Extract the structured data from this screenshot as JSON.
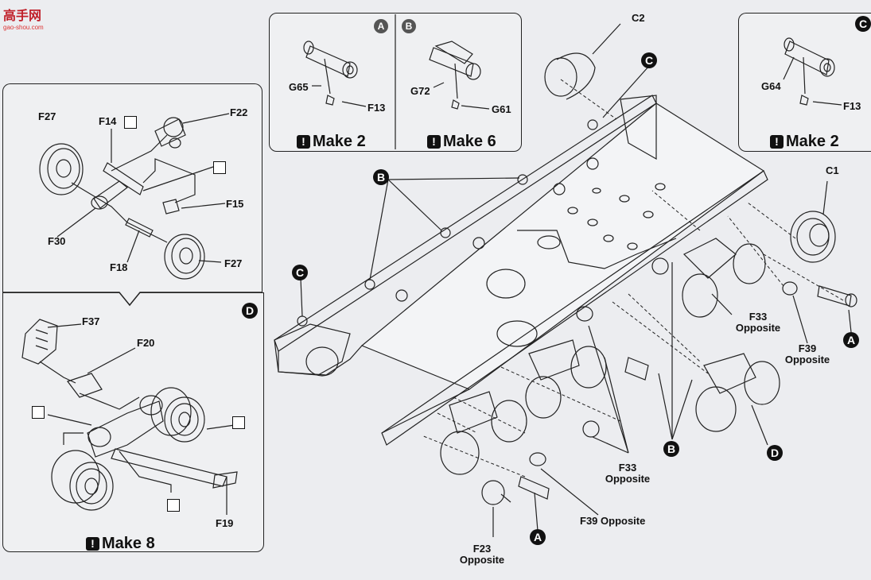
{
  "watermark": {
    "logo": "高手网",
    "url": "gao-shou.com"
  },
  "panel_top_a": {
    "badge": "A",
    "labels": {
      "g65": "G65",
      "f13": "F13"
    },
    "make": "Make 2"
  },
  "panel_top_b": {
    "badge": "B",
    "labels": {
      "g72": "G72",
      "g61": "G61"
    },
    "make": "Make 6"
  },
  "panel_top_c": {
    "badge": "C",
    "labels": {
      "g64": "G64",
      "f13": "F13"
    },
    "make": "Make 2"
  },
  "panel_left": {
    "labels": {
      "f27a": "F27",
      "f14": "F14",
      "f22": "F22",
      "f15": "F15",
      "f30": "F30",
      "f18": "F18",
      "f27b": "F27"
    }
  },
  "panel_d": {
    "badge": "D",
    "labels": {
      "f37": "F37",
      "f20": "F20",
      "f19": "F19"
    },
    "make": "Make 8"
  },
  "main": {
    "labels": {
      "c2": "C2",
      "c1": "C1",
      "f33_right": "F33",
      "f33_right_sub": "Opposite",
      "f39_right": "F39",
      "f39_right_sub": "Opposite",
      "f33_mid": "F33",
      "f33_mid_sub": "Opposite",
      "f39_bottom": "F39 Opposite",
      "f23": "F23",
      "f23_sub": "Opposite"
    },
    "badges": {
      "c_top": "C",
      "b_left": "B",
      "c_left": "C",
      "a_right": "A",
      "d_right": "D",
      "b_bottom": "B",
      "a_bottom": "A"
    }
  }
}
